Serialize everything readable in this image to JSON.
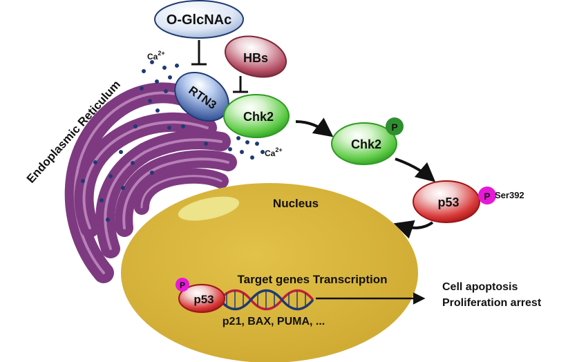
{
  "labels": {
    "o_glcnac": "O-GlcNAc",
    "hbs": "HBs",
    "rtn3": "RTN3",
    "chk2_er": "Chk2",
    "chk2_p": "Chk2",
    "p53_cyto": "p53",
    "p53_nuc": "p53",
    "phospho": "P",
    "ser392": "Ser392",
    "er": "Endoplasmic Reticulum",
    "ca_top_base": "Ca",
    "ca_top_sup": "2+",
    "ca_bot_base": "Ca",
    "ca_bot_sup": "2+",
    "nucleus": "Nucleus",
    "target_genes": "Target genes Transcription",
    "genes_list": "p21, BAX, PUMA, ...",
    "outcome_1": "Cell apoptosis",
    "outcome_2": "Proliferation arrest"
  },
  "colors": {
    "er_fill": "#7e3a80",
    "er_stripe": "#b880b8",
    "ca_dot": "#1f3a73",
    "nucleus": "#d9b93f",
    "nucleolus": "#ece38a",
    "o_glcnac_fill": "#cfdcf0",
    "hbs_fill": "#b34a5f",
    "rtn3_fill": "#4f6fb0",
    "chk2_fill": "#4ec13c",
    "p53_fill": "#d42a2a",
    "phospho_green": "#2f8f2f",
    "phospho_magenta": "#e619d6",
    "dna_red": "#c0203a",
    "dna_blue": "#1f3a70"
  }
}
